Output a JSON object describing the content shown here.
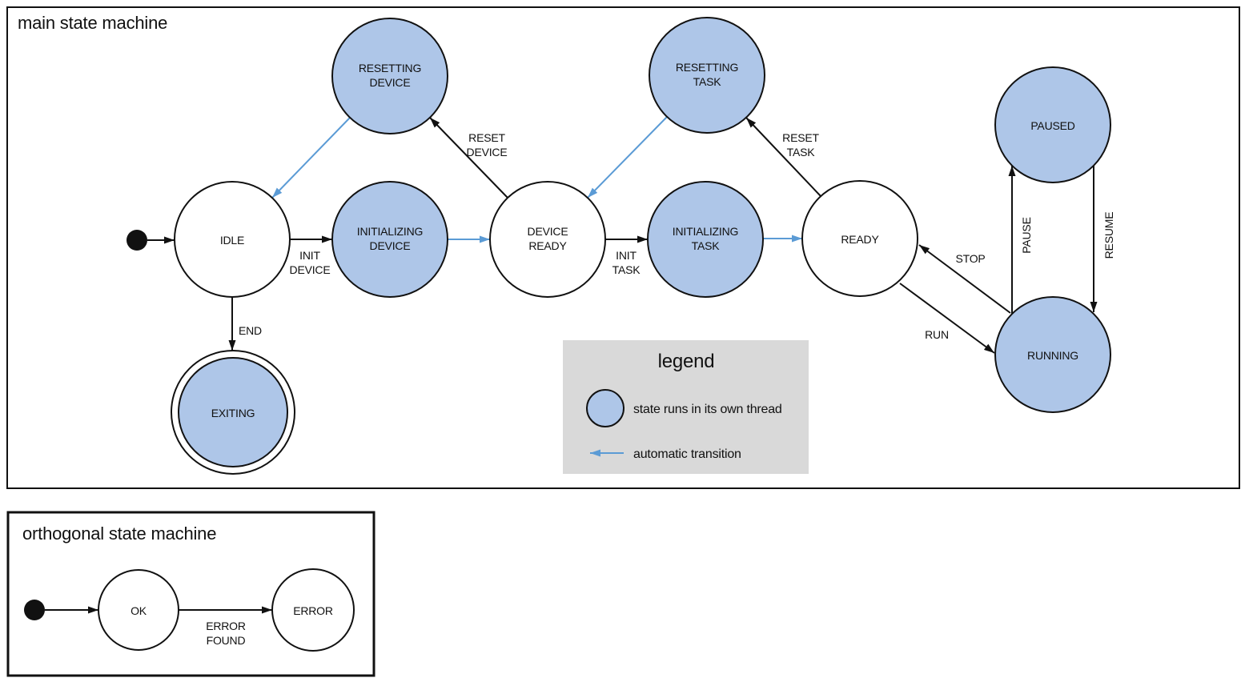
{
  "colors": {
    "threaded_state_fill": "#aec6e8",
    "automatic_transition_arrow": "#5b9bd5",
    "legend_background": "#d9d9d9",
    "line": "#111111",
    "background": "#ffffff"
  },
  "main": {
    "title": "main state machine",
    "states": {
      "idle": {
        "label": "IDLE"
      },
      "initializing_device": {
        "line1": "INITIALIZING",
        "line2": "DEVICE"
      },
      "device_ready": {
        "line1": "DEVICE",
        "line2": "READY"
      },
      "initializing_task": {
        "line1": "INITIALIZING",
        "line2": "TASK"
      },
      "ready": {
        "label": "READY"
      },
      "resetting_device": {
        "line1": "RESETTING",
        "line2": "DEVICE"
      },
      "resetting_task": {
        "line1": "RESETTING",
        "line2": "TASK"
      },
      "paused": {
        "label": "PAUSED"
      },
      "running": {
        "label": "RUNNING"
      },
      "exiting": {
        "label": "EXITING"
      }
    },
    "transitions": {
      "init_device": {
        "line1": "INIT",
        "line2": "DEVICE"
      },
      "init_task": {
        "line1": "INIT",
        "line2": "TASK"
      },
      "reset_device": {
        "line1": "RESET",
        "line2": "DEVICE"
      },
      "reset_task": {
        "line1": "RESET",
        "line2": "TASK"
      },
      "end": {
        "label": "END"
      },
      "run": {
        "label": "RUN"
      },
      "stop": {
        "label": "STOP"
      },
      "pause": {
        "label": "PAUSE"
      },
      "resume": {
        "label": "RESUME"
      }
    }
  },
  "legend": {
    "title": "legend",
    "thread_item": "state runs in its own thread",
    "auto_item": "automatic transition"
  },
  "orthogonal": {
    "title": "orthogonal state machine",
    "states": {
      "ok": {
        "label": "OK"
      },
      "error": {
        "label": "ERROR"
      }
    },
    "transitions": {
      "error_found": {
        "line1": "ERROR",
        "line2": "FOUND"
      }
    }
  }
}
